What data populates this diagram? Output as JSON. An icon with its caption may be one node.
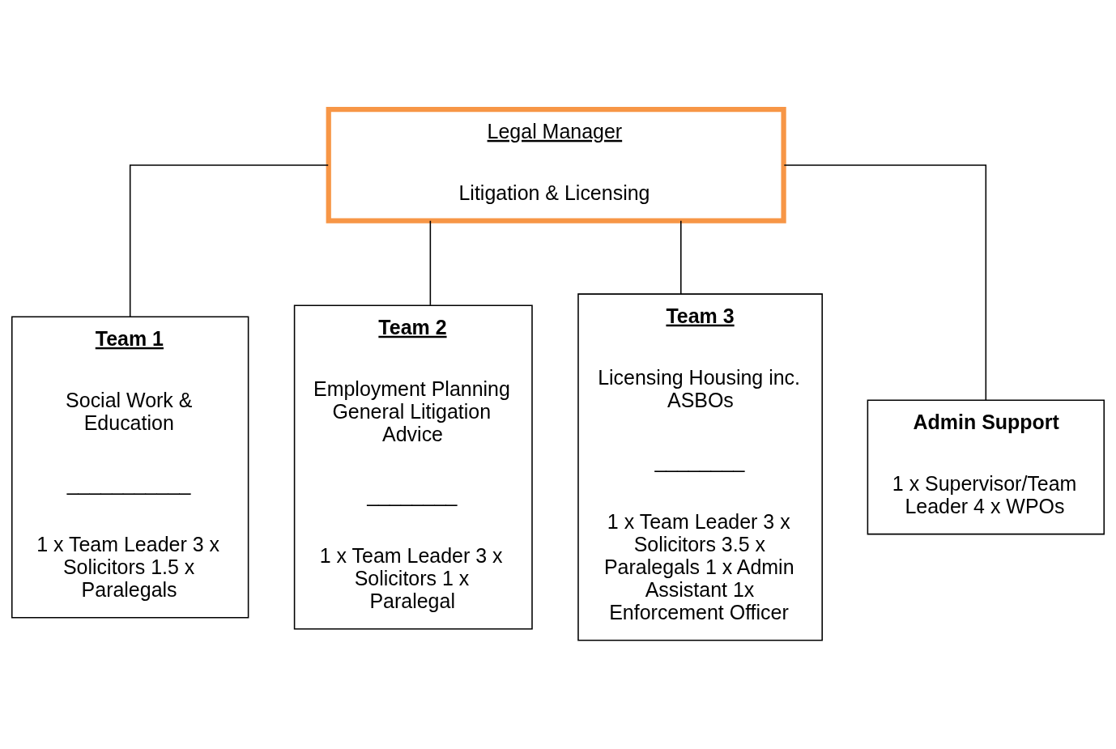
{
  "diagram": {
    "nodes": [
      {
        "text": [
          "Legal Manager",
          "Litigation & Licensing"
        ]
      },
      {
        "text": [
          "Team 1",
          "Social Work & Education",
          "___________",
          "1 x Team Leader 3 x Solicitors 1.5 x Paralegals"
        ]
      },
      {
        "text": [
          "Team 2",
          "Employment Planning General Litigation Advice",
          "________",
          "1 x Team Leader 3 x Solicitors 1 x Paralegal"
        ]
      },
      {
        "text": [
          "Team 3",
          "Licensing Housing inc. ASBOs",
          "________",
          "1 x Team Leader 3 x Solicitors 3.5 x Paralegals 1 x Admin Assistant 1x Enforcement Officer"
        ]
      },
      {
        "text": [
          "Admin Support",
          "1 x Supervisor/Team Leader 4 x WPOs"
        ]
      }
    ],
    "edges": [
      {
        "from": 0,
        "to": 1,
        "arrow": "none"
      },
      {
        "from": 0,
        "to": 2,
        "arrow": "none"
      },
      {
        "from": 0,
        "to": 3,
        "arrow": "none"
      },
      {
        "from": 0,
        "to": 4,
        "arrow": "none"
      }
    ]
  }
}
